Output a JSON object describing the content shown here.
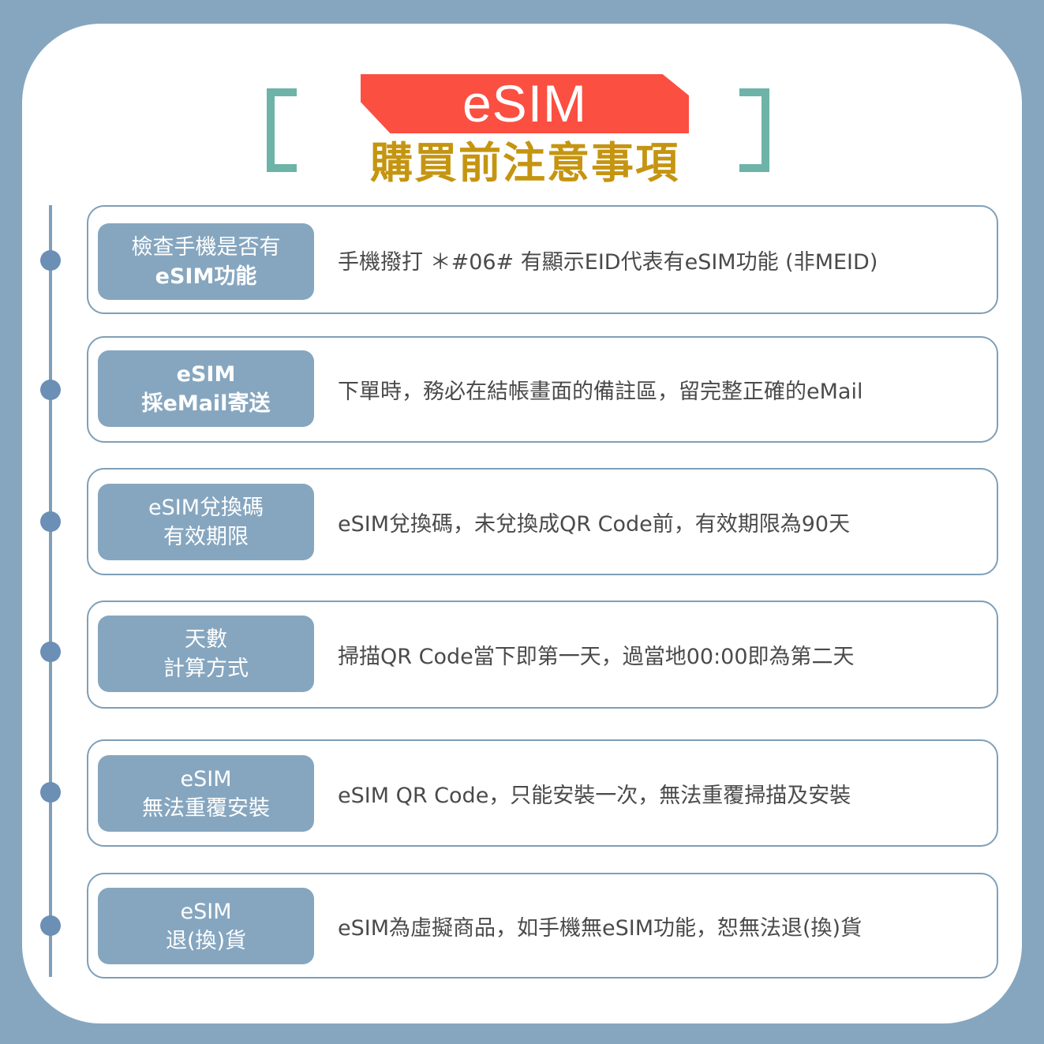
{
  "header": {
    "ribbon_title": "eSIM",
    "subtitle": "購買前注意事項",
    "bracket_color": "#6db3a8",
    "ribbon_color": "#fb4f42",
    "subtitle_color": "#c59511"
  },
  "theme": {
    "background": "#86a6bf",
    "panel": "#ffffff",
    "tag_bg": "#86a6bf",
    "card_border": "#7f9fb8",
    "dot": "#6b8fb5",
    "desc_text": "#4a4a4a"
  },
  "items": [
    {
      "tag_line1": "檢查手機是否有",
      "tag_line2": "eSIM功能",
      "description": "手機撥打 ＊#06# 有顯示EID代表有eSIM功能 (非MEID)"
    },
    {
      "tag_line1": "eSIM",
      "tag_line2": "採eMail寄送",
      "description": "下單時，務必在結帳畫面的備註區，留完整正確的eMail"
    },
    {
      "tag_line1": "eSIM兌換碼",
      "tag_line2": "有效期限",
      "description": "eSIM兌換碼，未兌換成QR Code前，有效期限為90天"
    },
    {
      "tag_line1": "天數",
      "tag_line2": "計算方式",
      "description": "掃描QR Code當下即第一天，過當地00:00即為第二天"
    },
    {
      "tag_line1": "eSIM",
      "tag_line2": "無法重覆安裝",
      "description": "eSIM QR Code，只能安裝一次，無法重覆掃描及安裝"
    },
    {
      "tag_line1": "eSIM",
      "tag_line2": "退(換)貨",
      "description": "eSIM為虛擬商品，如手機無eSIM功能，恕無法退(換)貨"
    }
  ]
}
